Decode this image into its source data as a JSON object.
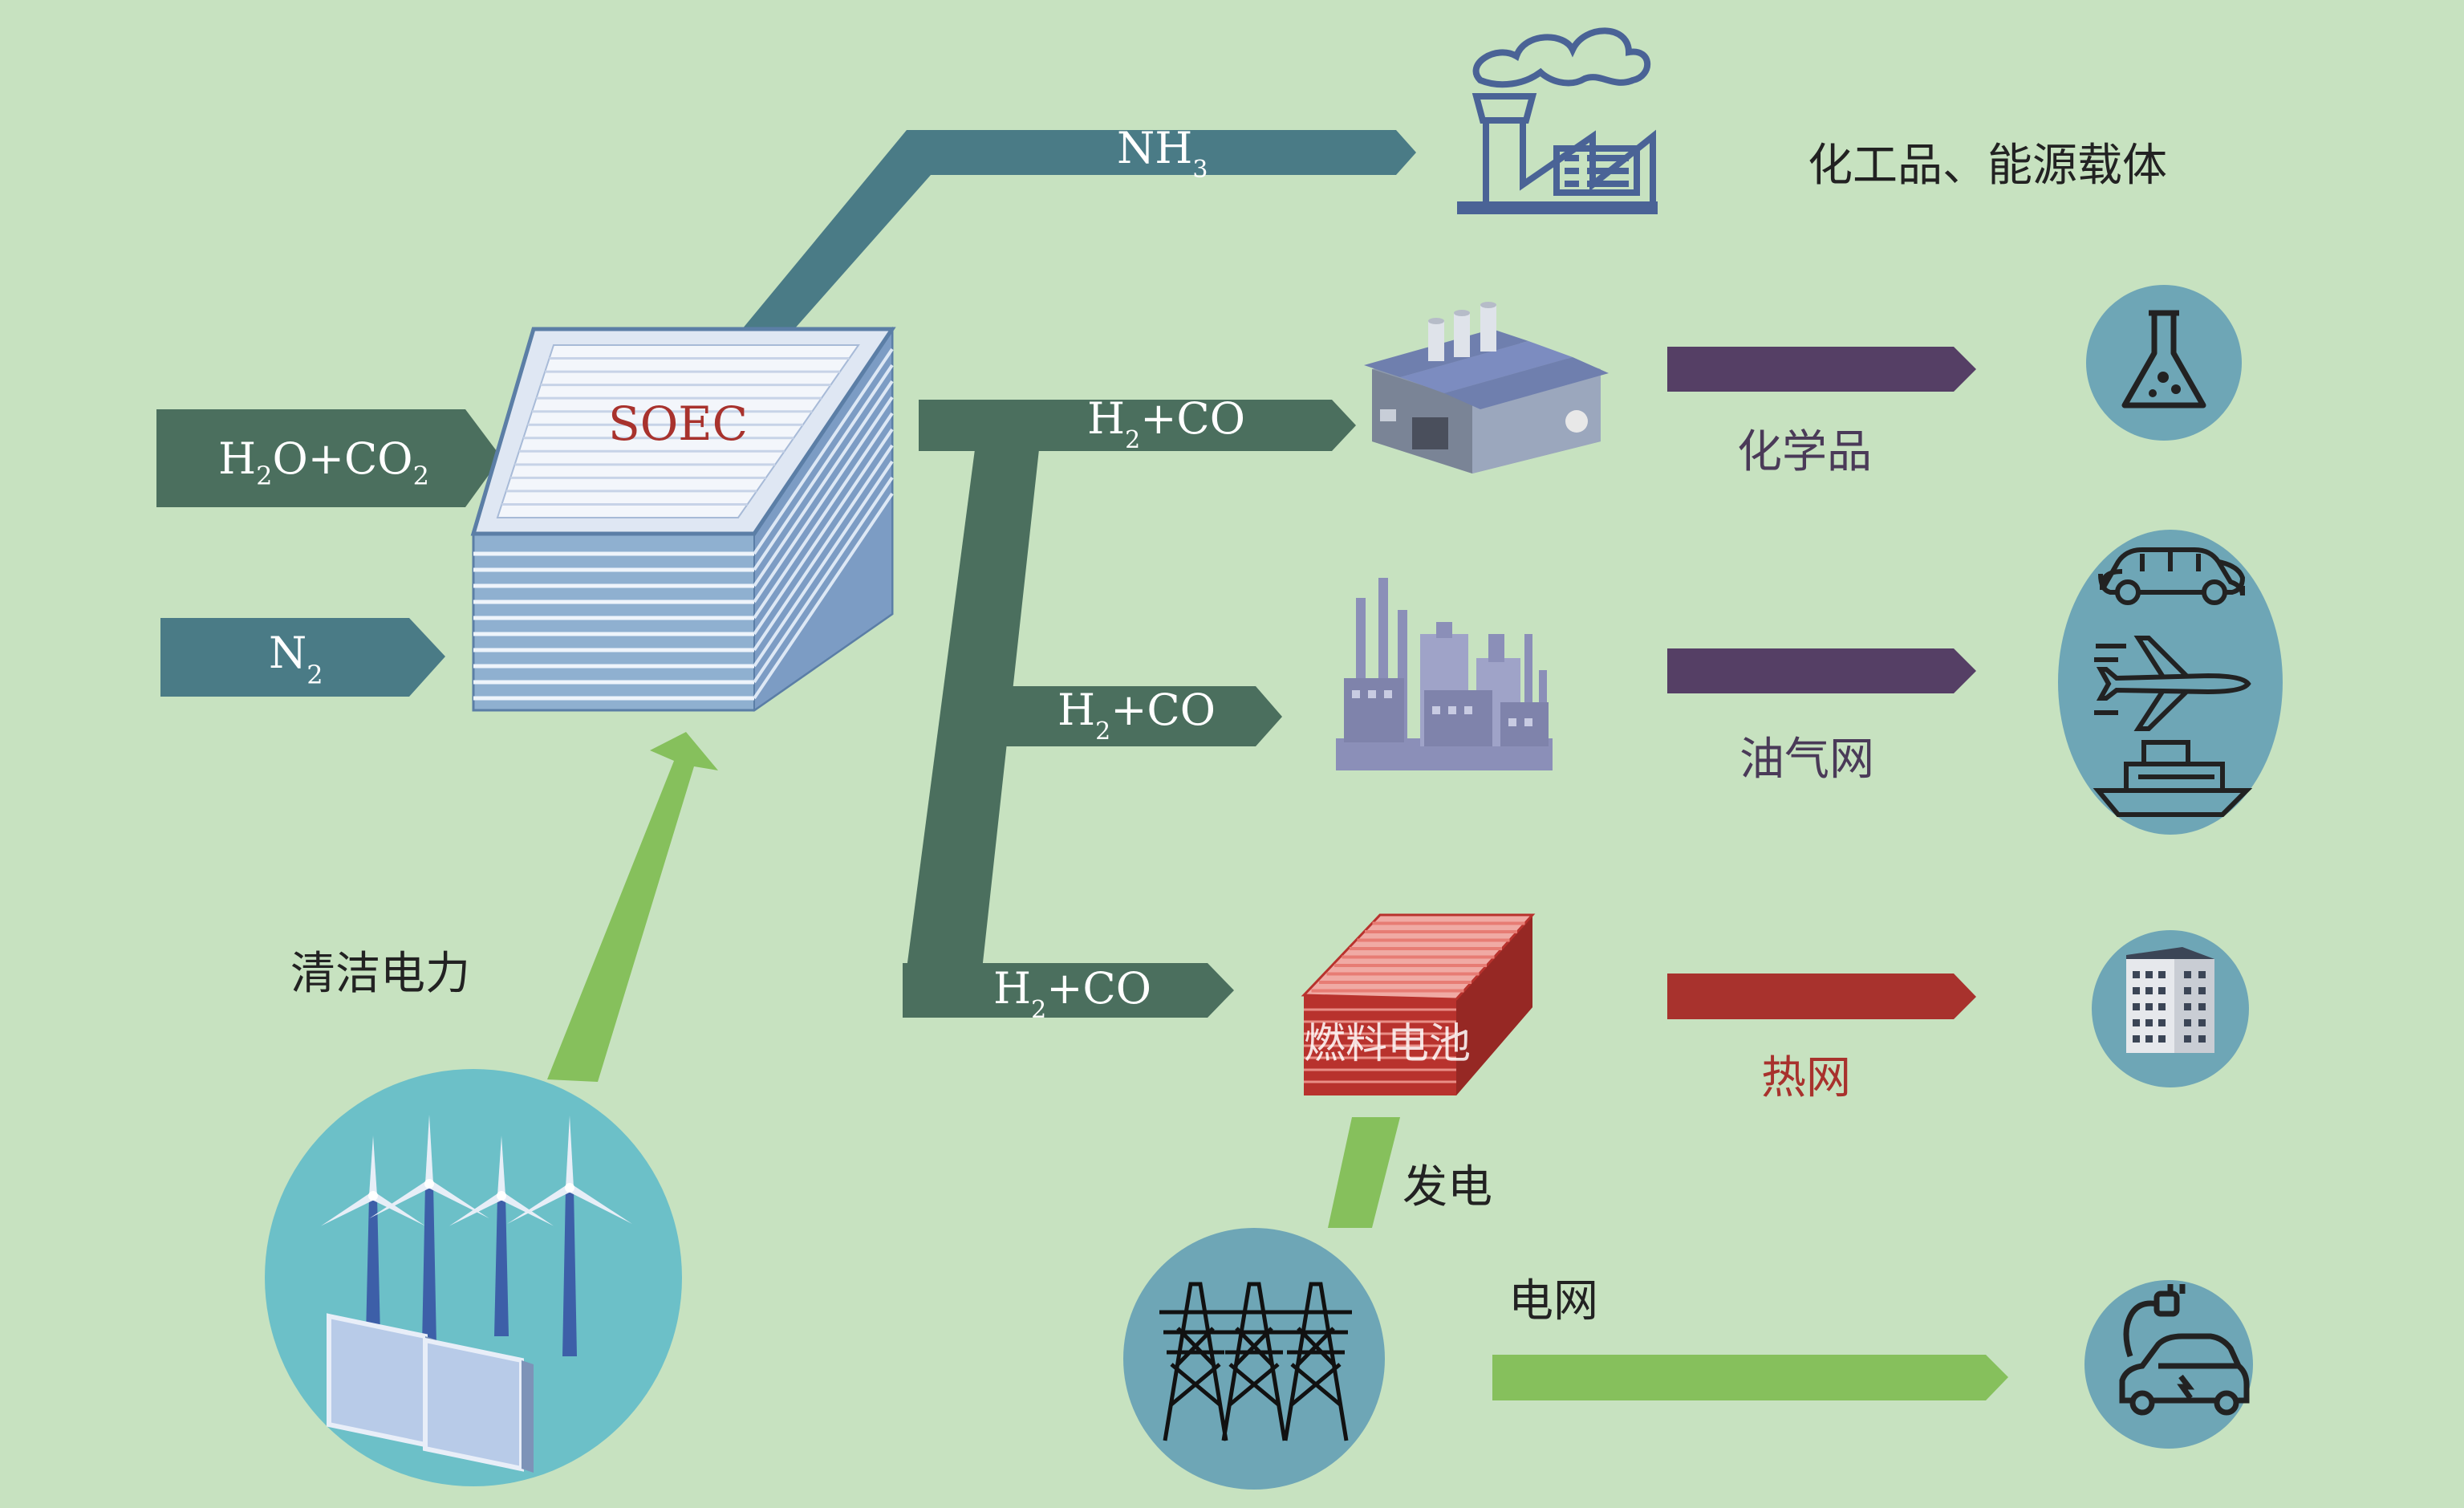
{
  "colors": {
    "background": "#c7e2c0",
    "teal": "#4a7b86",
    "dark_green": "#4b6f5e",
    "purple": "#553f65",
    "red": "#a8322d",
    "light_green": "#86c05c",
    "circle_blue": "#6ea6b6",
    "soec_red_text": "#a8322d"
  },
  "inputs": {
    "h2o_co2": {
      "main": "H",
      "s1": "2",
      "mid": "O+CO",
      "s2": "2"
    },
    "n2": {
      "main": "N",
      "s1": "2"
    }
  },
  "soec": {
    "label": "SOEC"
  },
  "outputs": {
    "nh3": {
      "main": "NH",
      "s1": "3"
    },
    "syngas_1": {
      "main": "H",
      "s1": "2",
      "rest": "+CO"
    },
    "syngas_2": {
      "main": "H",
      "s1": "2",
      "rest": "+CO"
    },
    "syngas_3": {
      "main": "H",
      "s1": "2",
      "rest": "+CO"
    }
  },
  "labels": {
    "chemical_energy_carrier": "化工品、能源载体",
    "chemicals": "化学品",
    "oil_gas_grid": "油气网",
    "fuel_cell": "燃料电池",
    "heat_grid": "热网",
    "power_generation": "发电",
    "power_grid": "电网",
    "clean_power": "清洁电力"
  },
  "icons": {
    "factory": "factory-icon",
    "chemical_plant": "chemical-plant-icon",
    "refinery": "refinery-icon",
    "fuel_cell_stack": "fuel-cell-stack-icon",
    "flask": "flask-icon",
    "transport": [
      "car-icon",
      "airplane-icon",
      "ship-icon"
    ],
    "building": "building-icon",
    "power_tower": "power-tower-icon",
    "electric_car": "electric-car-icon",
    "wind_solar": "wind-solar-icon"
  }
}
